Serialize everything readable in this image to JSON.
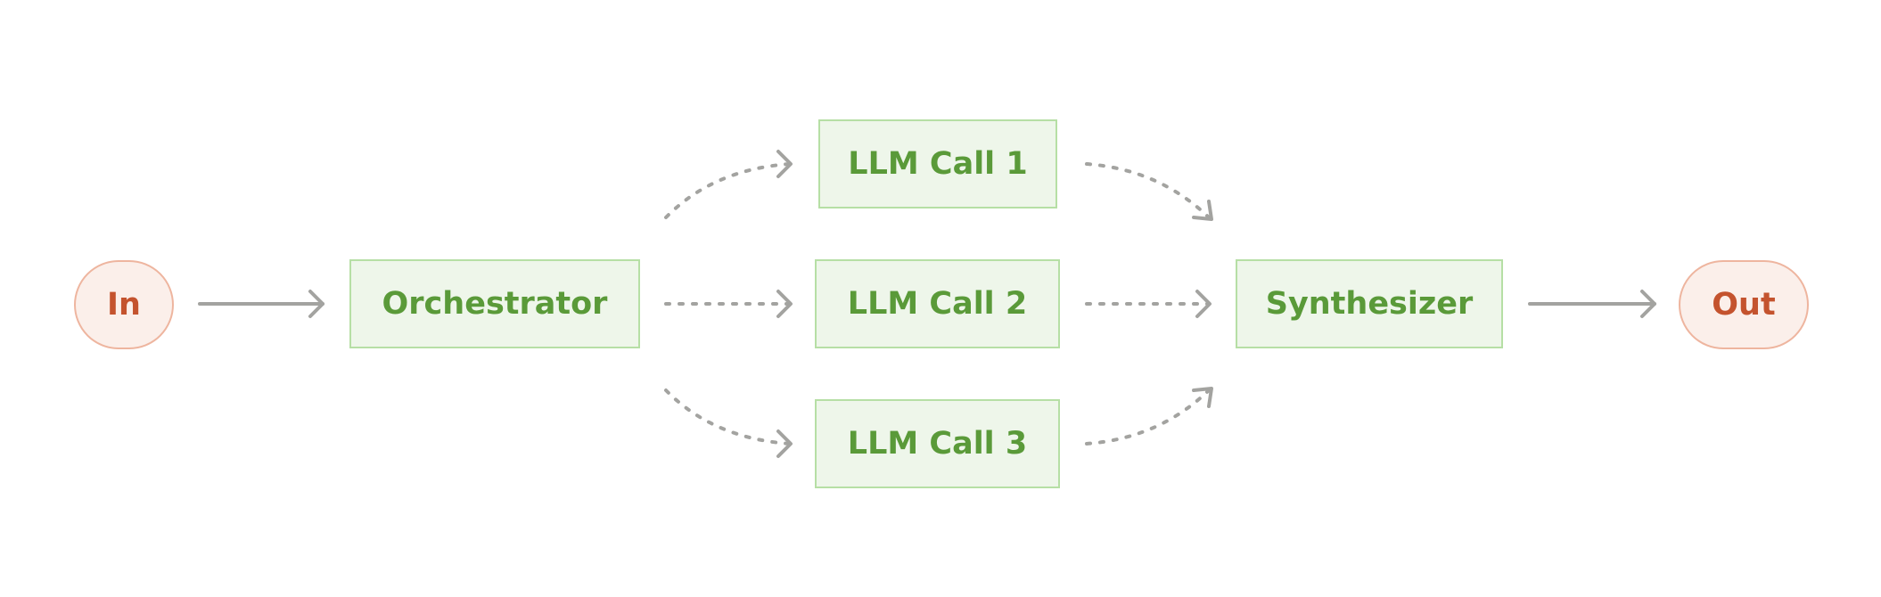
{
  "nodes": {
    "input": {
      "label": "In"
    },
    "orchestrator": {
      "label": "Orchestrator"
    },
    "llm_calls": [
      {
        "label": "LLM Call 1"
      },
      {
        "label": "LLM Call 2"
      },
      {
        "label": "LLM Call 3"
      }
    ],
    "synthesizer": {
      "label": "Synthesizer"
    },
    "output": {
      "label": "Out"
    }
  },
  "edges": [
    {
      "from": "In",
      "to": "Orchestrator",
      "style": "solid"
    },
    {
      "from": "Orchestrator",
      "to": "LLM Call 1",
      "style": "dotted"
    },
    {
      "from": "Orchestrator",
      "to": "LLM Call 2",
      "style": "dotted"
    },
    {
      "from": "Orchestrator",
      "to": "LLM Call 3",
      "style": "dotted"
    },
    {
      "from": "LLM Call 1",
      "to": "Synthesizer",
      "style": "dotted"
    },
    {
      "from": "LLM Call 2",
      "to": "Synthesizer",
      "style": "dotted"
    },
    {
      "from": "LLM Call 3",
      "to": "Synthesizer",
      "style": "dotted"
    },
    {
      "from": "Synthesizer",
      "to": "Out",
      "style": "solid"
    }
  ],
  "colors": {
    "terminal_fill": "#fbefea",
    "terminal_border": "#eeb59f",
    "terminal_text": "#c4532e",
    "box_fill": "#eef6ea",
    "box_border": "#b6dfa5",
    "box_text": "#5a9a39",
    "arrow": "#a3a3a0"
  }
}
